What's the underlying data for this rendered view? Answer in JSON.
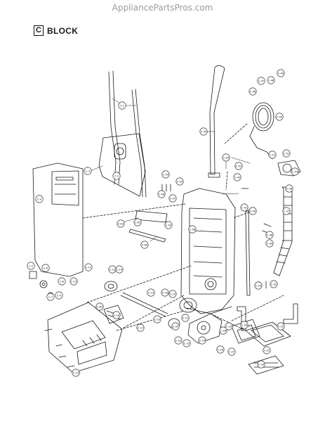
{
  "watermark": "AppliancePartsPros.com",
  "header": {
    "block_letter": "C",
    "title": "BLOCK"
  },
  "callouts": [
    "C-1",
    "C-2",
    "C-3",
    "C-4",
    "C-5",
    "C-6",
    "C-7",
    "C-8",
    "C-9",
    "C-10",
    "C-11",
    "C-12",
    "C-13",
    "C-14",
    "C-15",
    "C-16",
    "C-17",
    "C-18",
    "C-19",
    "C-20",
    "C-21",
    "C-22",
    "C-23",
    "C-24",
    "C-25",
    "C-26",
    "C-27",
    "C-28",
    "C-29",
    "C-30",
    "C-31",
    "C-32",
    "C-33",
    "C-34",
    "C-35",
    "C-36",
    "C-37",
    "C-38",
    "C-39",
    "C-40",
    "C-41",
    "C-42",
    "C-43",
    "C-44",
    "C-45",
    "C-46",
    "C-47",
    "C-48",
    "C-49",
    "C-50",
    "C-51",
    "C-52",
    "C-53",
    "C-54",
    "C-55",
    "C-56",
    "C-57",
    "C-58",
    "C-59",
    "C-60",
    "C-61",
    "C-62",
    "C-63"
  ]
}
